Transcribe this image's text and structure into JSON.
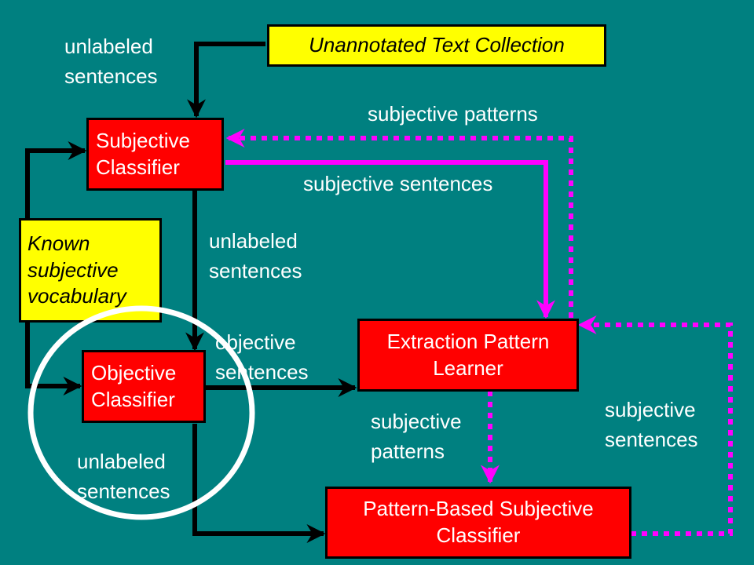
{
  "nodes": {
    "unannotated": "Unannotated Text Collection",
    "subjective_classifier": "Subjective\nClassifier",
    "known_vocab": "Known\nsubjective\nvocabulary",
    "objective_classifier": "Objective\nClassifier",
    "extraction_learner": "Extraction Pattern\nLearner",
    "pattern_classifier": "Pattern-Based Subjective\nClassifier"
  },
  "labels": {
    "unlabeled_top": "unlabeled\nsentences",
    "subjective_patterns_top": "subjective patterns",
    "subjective_sentences_mid": "subjective sentences",
    "unlabeled_mid": "unlabeled\nsentences",
    "objective_sentences": "objective\nsentences",
    "subjective_patterns_low": "subjective\npatterns",
    "subjective_sentences_right": "subjective\nsentences",
    "unlabeled_bottom": "unlabeled\nsentences"
  },
  "colors": {
    "background": "#008080",
    "node_fill": "#ff0000",
    "vocab_fill": "#ffff00",
    "solid_arrow": "#000000",
    "pattern_arrow": "#ff00ff",
    "highlight_ellipse": "#ffffff"
  }
}
